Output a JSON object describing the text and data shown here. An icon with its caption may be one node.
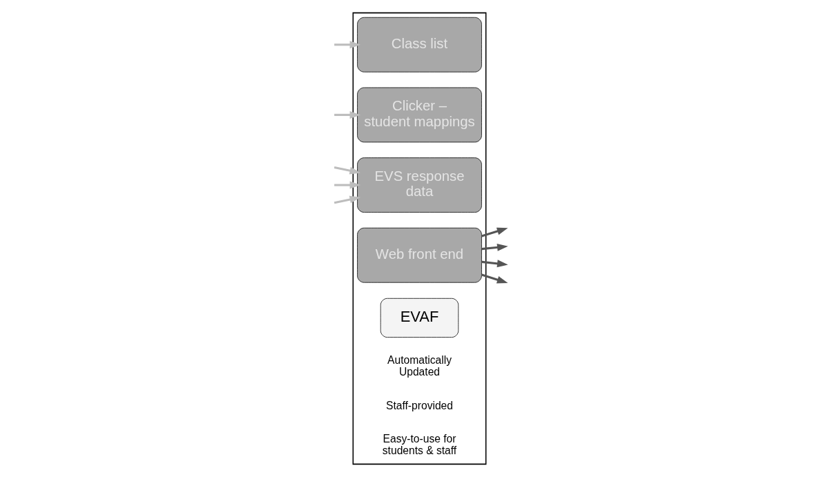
{
  "diagram": {
    "nodes": [
      {
        "text": [],
        "shape": "box"
      },
      {
        "text": [
          "Class list"
        ],
        "in": 0
      },
      {
        "text": [
          "EVS response data"
        ],
        "in": 0
      },
      {
        "text": [
          "Clicker – student mappings"
        ],
        "in": 0
      },
      {
        "text": [
          "Web front end"
        ],
        "in": 0
      },
      {
        "text": [
          "EVAF"
        ],
        "in": 0
      }
    ],
    "edges": [
      {
        "from": null,
        "to": 1,
        "arrow": "to"
      },
      {
        "from": null,
        "to": 3,
        "arrow": "to"
      },
      {
        "from": null,
        "to": 2,
        "arrow": "to"
      },
      {
        "from": null,
        "to": 2,
        "arrow": "to"
      },
      {
        "from": null,
        "to": 2,
        "arrow": "to"
      },
      {
        "from": 4,
        "to": null,
        "arrow": "to",
        "color": "#555555"
      },
      {
        "from": 4,
        "to": null,
        "arrow": "to",
        "color": "#555555"
      },
      {
        "from": 4,
        "to": null,
        "arrow": "to",
        "color": "#555555"
      },
      {
        "from": 4,
        "to": null,
        "arrow": "to",
        "color": "#555555"
      }
    ],
    "labels": [
      "Automatically Updated",
      "Staff-provided",
      "Easy-to-use for students & staff"
    ]
  }
}
